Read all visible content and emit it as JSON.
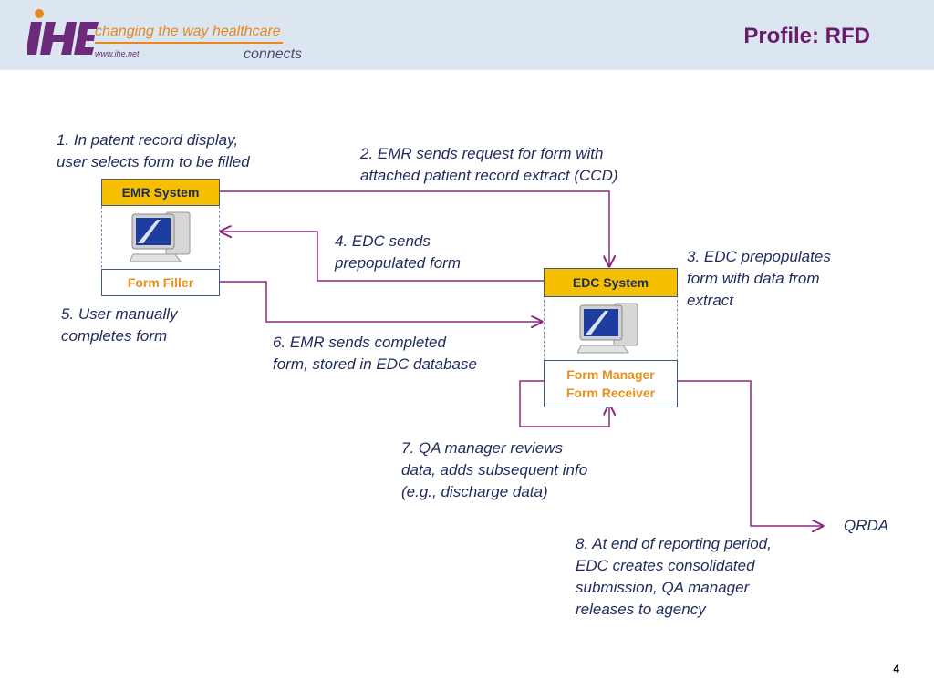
{
  "header": {
    "logo_tagline": "changing the way healthcare",
    "logo_url": "www.ihe.net",
    "logo_connects": "connects",
    "logo_mark": "IHE",
    "title": "Profile: RFD"
  },
  "systems": {
    "emr": {
      "name": "EMR System",
      "role": "Form Filler"
    },
    "edc": {
      "name": "EDC System",
      "role_line1": "Form Manager",
      "role_line2": "Form Receiver"
    }
  },
  "steps": {
    "s1": "1. In patent record display,\nuser selects form to be filled",
    "s2": "2. EMR sends request for form with\nattached patient record extract (CCD)",
    "s3": "3. EDC prepopulates\nform with data from\nextract",
    "s4": "4. EDC sends\nprepopulated form",
    "s5": "5. User manually\ncompletes form",
    "s6": "6. EMR sends completed\nform, stored in EDC database",
    "s7": "7. QA manager reviews\ndata, adds subsequent info\n(e.g., discharge data)",
    "s8": "8. At end of reporting period,\nEDC creates consolidated\nsubmission, QA manager\nreleases to agency"
  },
  "output_label": "QRDA",
  "page_number": "4",
  "colors": {
    "header_bg": "#dce6f1",
    "title": "#6a1b6e",
    "arrow": "#8b2a7f",
    "system_header": "#f6c000",
    "role_text": "#e8901c",
    "note_text": "#1f2b5c"
  },
  "icons": [
    "computer-icon",
    "ihe-logo"
  ]
}
